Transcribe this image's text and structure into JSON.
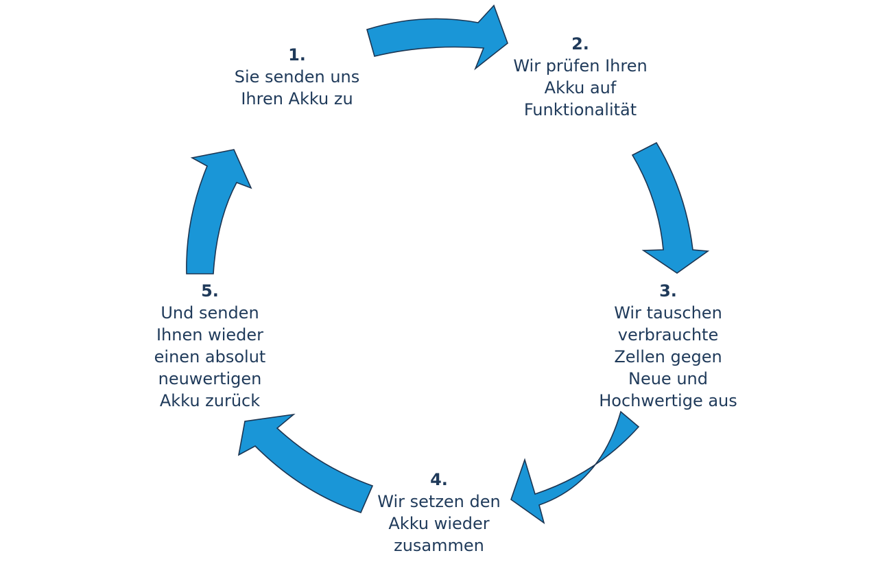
{
  "colors": {
    "arrow_fill": "#1a96d7",
    "arrow_outline": "#1c3552",
    "text": "#1f3a5a"
  },
  "steps": [
    {
      "number": "1.",
      "lines": [
        "Sie senden uns",
        "Ihren Akku zu"
      ]
    },
    {
      "number": "2.",
      "lines": [
        "Wir prüfen Ihren",
        "Akku auf",
        "Funktionalität"
      ]
    },
    {
      "number": "3.",
      "lines": [
        "Wir tauschen",
        "verbrauchte",
        "Zellen gegen",
        "Neue und",
        "Hochwertige aus"
      ]
    },
    {
      "number": "4.",
      "lines": [
        "Wir setzen den",
        "Akku wieder",
        "zusammen"
      ]
    },
    {
      "number": "5.",
      "lines": [
        "Und senden",
        "Ihnen wieder",
        "einen absolut",
        "neuwertigen",
        "Akku zurück"
      ]
    }
  ],
  "arrows": [
    {
      "from": "1.",
      "to": "2."
    },
    {
      "from": "2.",
      "to": "3."
    },
    {
      "from": "3.",
      "to": "4."
    },
    {
      "from": "4.",
      "to": "5."
    },
    {
      "from": "5.",
      "to": "1."
    }
  ]
}
